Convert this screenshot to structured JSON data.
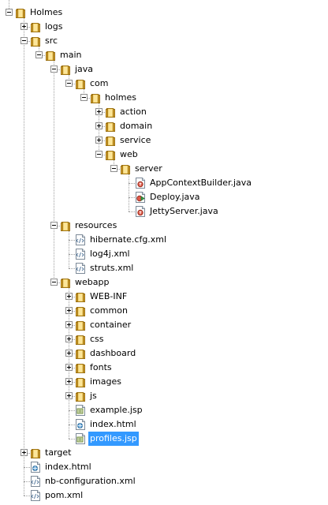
{
  "tree": [
    {
      "label": "Holmes",
      "icon": "folder-icon",
      "depth": 0,
      "toggle": "expanded"
    },
    {
      "label": "logs",
      "icon": "folder-icon",
      "depth": 1,
      "toggle": "collapsed"
    },
    {
      "label": "src",
      "icon": "folder-icon",
      "depth": 1,
      "toggle": "expanded"
    },
    {
      "label": "main",
      "icon": "folder-icon",
      "depth": 2,
      "toggle": "expanded"
    },
    {
      "label": "java",
      "icon": "folder-icon",
      "depth": 3,
      "toggle": "expanded"
    },
    {
      "label": "com",
      "icon": "folder-icon",
      "depth": 4,
      "toggle": "expanded"
    },
    {
      "label": "holmes",
      "icon": "folder-icon",
      "depth": 5,
      "toggle": "expanded"
    },
    {
      "label": "action",
      "icon": "folder-icon",
      "depth": 6,
      "toggle": "collapsed"
    },
    {
      "label": "domain",
      "icon": "folder-icon",
      "depth": 6,
      "toggle": "collapsed"
    },
    {
      "label": "service",
      "icon": "folder-icon",
      "depth": 6,
      "toggle": "collapsed"
    },
    {
      "label": "web",
      "icon": "folder-icon",
      "depth": 6,
      "toggle": "expanded"
    },
    {
      "label": "server",
      "icon": "folder-icon",
      "depth": 7,
      "toggle": "expanded"
    },
    {
      "label": "AppContextBuilder.java",
      "icon": "java-class-icon",
      "depth": 8,
      "toggle": "none"
    },
    {
      "label": "Deploy.java",
      "icon": "java-main-class-icon",
      "depth": 8,
      "toggle": "none"
    },
    {
      "label": "JettyServer.java",
      "icon": "java-class-icon",
      "depth": 8,
      "toggle": "none"
    },
    {
      "label": "resources",
      "icon": "folder-icon",
      "depth": 3,
      "toggle": "expanded"
    },
    {
      "label": "hibernate.cfg.xml",
      "icon": "xml-file-icon",
      "depth": 4,
      "toggle": "none"
    },
    {
      "label": "log4j.xml",
      "icon": "xml-file-icon",
      "depth": 4,
      "toggle": "none"
    },
    {
      "label": "struts.xml",
      "icon": "xml-file-icon",
      "depth": 4,
      "toggle": "none"
    },
    {
      "label": "webapp",
      "icon": "folder-icon",
      "depth": 3,
      "toggle": "expanded"
    },
    {
      "label": "WEB-INF",
      "icon": "folder-icon",
      "depth": 4,
      "toggle": "collapsed"
    },
    {
      "label": "common",
      "icon": "folder-icon",
      "depth": 4,
      "toggle": "collapsed"
    },
    {
      "label": "container",
      "icon": "folder-icon",
      "depth": 4,
      "toggle": "collapsed"
    },
    {
      "label": "css",
      "icon": "folder-icon",
      "depth": 4,
      "toggle": "collapsed"
    },
    {
      "label": "dashboard",
      "icon": "folder-icon",
      "depth": 4,
      "toggle": "collapsed"
    },
    {
      "label": "fonts",
      "icon": "folder-icon",
      "depth": 4,
      "toggle": "collapsed"
    },
    {
      "label": "images",
      "icon": "folder-icon",
      "depth": 4,
      "toggle": "collapsed"
    },
    {
      "label": "js",
      "icon": "folder-icon",
      "depth": 4,
      "toggle": "collapsed"
    },
    {
      "label": "example.jsp",
      "icon": "jsp-file-icon",
      "depth": 4,
      "toggle": "none"
    },
    {
      "label": "index.html",
      "icon": "html-file-icon",
      "depth": 4,
      "toggle": "none"
    },
    {
      "label": "profiles.jsp",
      "icon": "jsp-file-icon",
      "depth": 4,
      "toggle": "none",
      "selected": true
    },
    {
      "label": "target",
      "icon": "folder-icon",
      "depth": 1,
      "toggle": "collapsed"
    },
    {
      "label": "index.html",
      "icon": "html-file-icon",
      "depth": 1,
      "toggle": "none"
    },
    {
      "label": "nb-configuration.xml",
      "icon": "xml-file-icon",
      "depth": 1,
      "toggle": "none"
    },
    {
      "label": "pom.xml",
      "icon": "xml-file-icon",
      "depth": 1,
      "toggle": "none"
    }
  ],
  "colors": {
    "selection": "#3399ff",
    "folder": "#f2c94c",
    "guide": "#a0a0a0"
  }
}
